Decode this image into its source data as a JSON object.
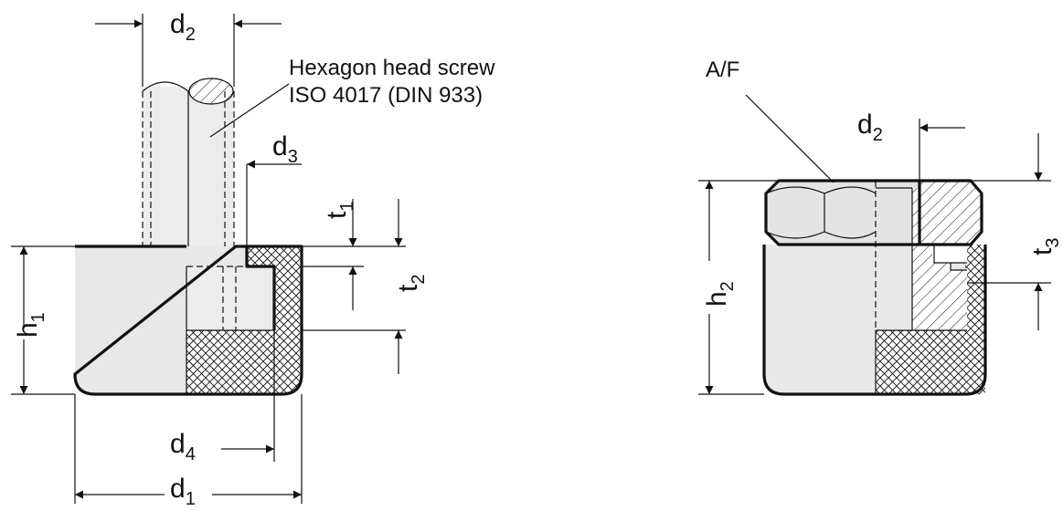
{
  "diagram": {
    "left_view": {
      "labels": {
        "d2": {
          "main": "d",
          "sub": "2"
        },
        "d3": {
          "main": "d",
          "sub": "3"
        },
        "d4": {
          "main": "d",
          "sub": "4"
        },
        "d1": {
          "main": "d",
          "sub": "1"
        },
        "t1": {
          "main": "t",
          "sub": "1"
        },
        "t2": {
          "main": "t",
          "sub": "2"
        },
        "h1": {
          "main": "h",
          "sub": "1"
        }
      },
      "callout": {
        "line1": "Hexagon head screw",
        "line2": "ISO 4017 (DIN 933)"
      }
    },
    "right_view": {
      "labels": {
        "af": "A/F",
        "d2": {
          "main": "d",
          "sub": "2"
        },
        "t3": {
          "main": "t",
          "sub": "3"
        },
        "h2": {
          "main": "h",
          "sub": "2"
        }
      }
    },
    "colors": {
      "line": "#111111",
      "body_fill": "#e8e8e8",
      "background": "#ffffff"
    }
  }
}
